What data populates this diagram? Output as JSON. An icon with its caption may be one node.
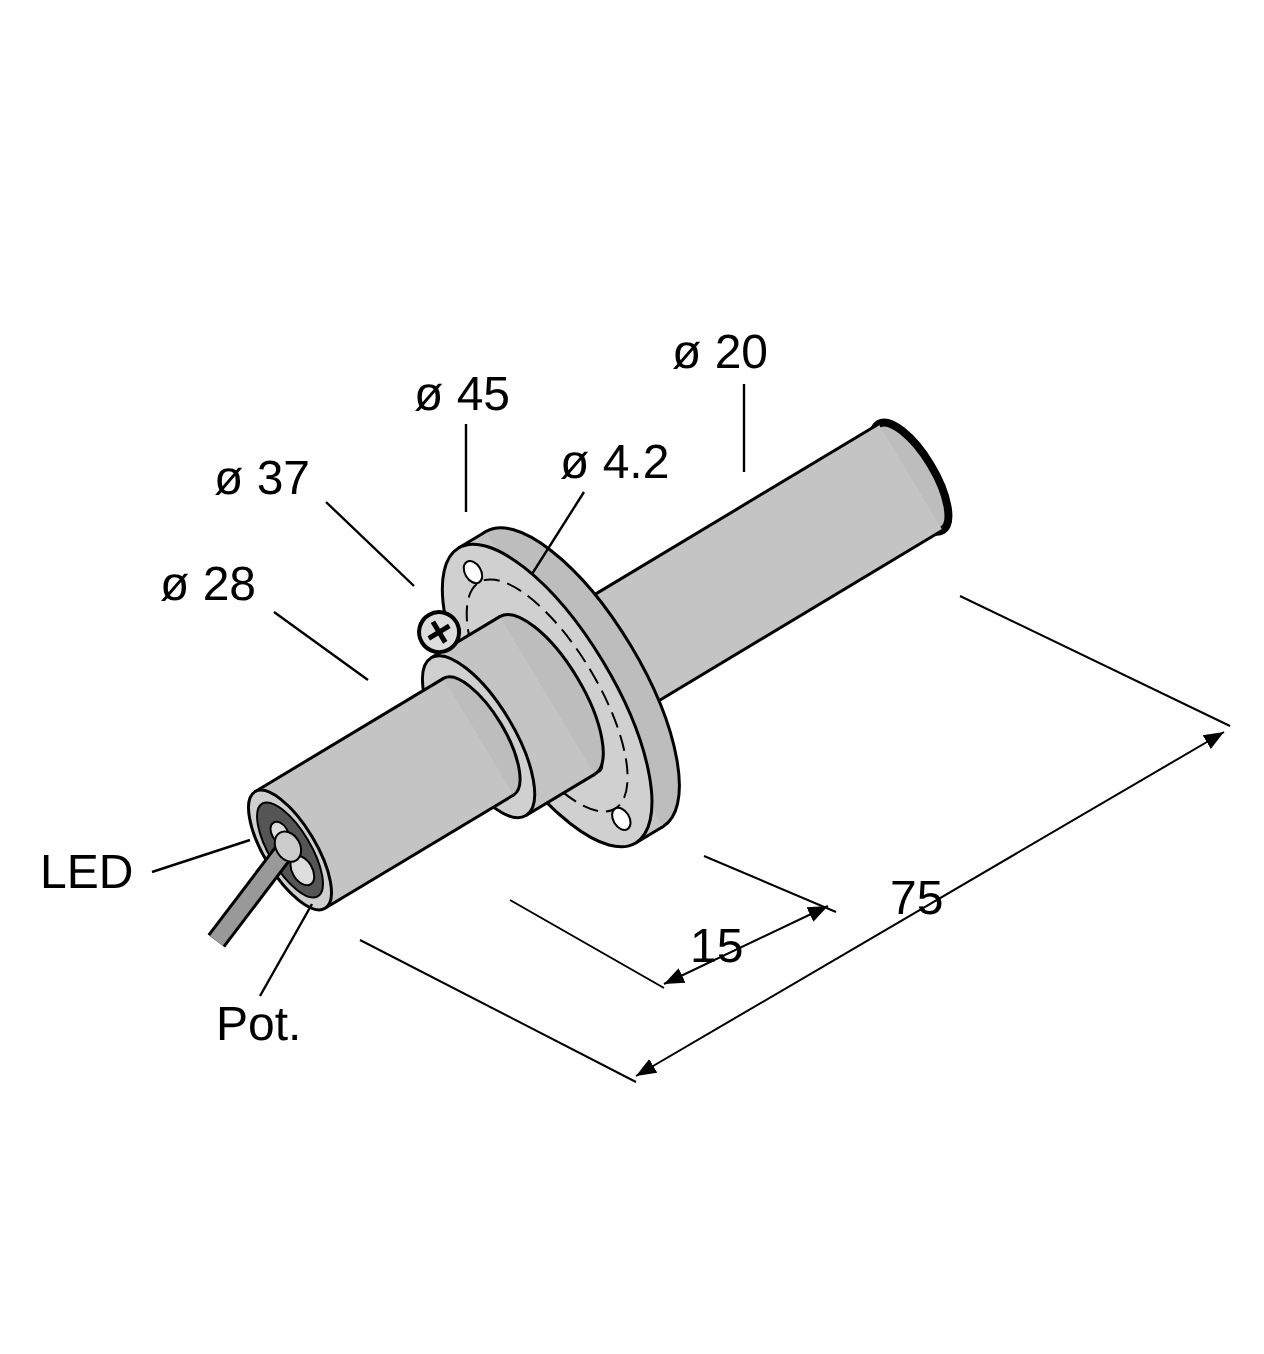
{
  "diagram": {
    "nodes": [
      {
        "text": [
          "ø 20"
        ]
      },
      {
        "text": [
          "ø 45"
        ]
      },
      {
        "text": [
          "ø 4.2"
        ]
      },
      {
        "text": [
          "ø 37"
        ]
      },
      {
        "text": [
          "ø 28"
        ]
      },
      {
        "text": [
          "LED"
        ]
      },
      {
        "text": [
          "Pot."
        ]
      }
    ],
    "edges": [
      {
        "from": 0,
        "to": null,
        "arrow": "none"
      },
      {
        "from": 1,
        "to": null,
        "arrow": "none"
      },
      {
        "from": 2,
        "to": null,
        "arrow": "none"
      },
      {
        "from": 3,
        "to": null,
        "arrow": "none"
      },
      {
        "from": 4,
        "to": null,
        "arrow": "none"
      },
      {
        "from": 5,
        "to": null,
        "arrow": "none"
      },
      {
        "from": 6,
        "to": null,
        "arrow": "none"
      }
    ],
    "labels": [
      "75",
      "15"
    ]
  }
}
